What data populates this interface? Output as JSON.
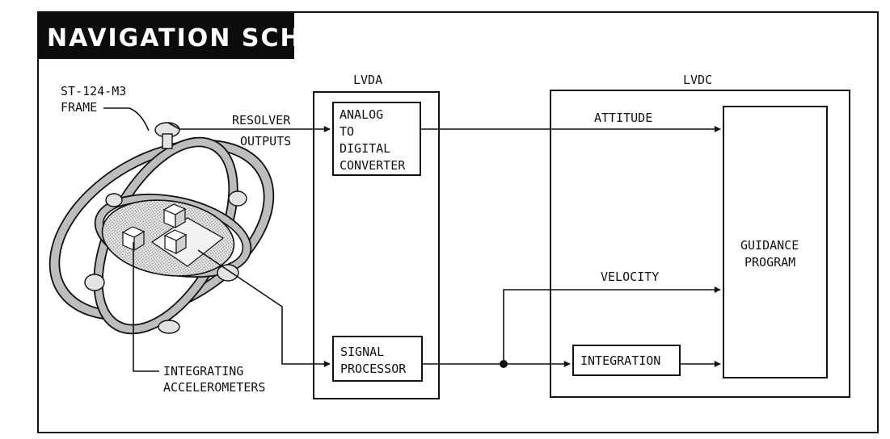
{
  "title": "NAVIGATION SCHEME",
  "gimbal": {
    "frame_label_line1": "ST-124-M3",
    "frame_label_line2": "FRAME",
    "accel_label_line1": "INTEGRATING",
    "accel_label_line2": "ACCELEROMETERS"
  },
  "signals": {
    "resolver_line1": "RESOLVER",
    "resolver_line2": "OUTPUTS",
    "attitude": "ATTITUDE",
    "velocity": "VELOCITY"
  },
  "lvda": {
    "title": "LVDA",
    "adc_lines": [
      "ANALOG",
      "TO",
      "DIGITAL",
      "CONVERTER"
    ],
    "signal_processor_lines": [
      "SIGNAL",
      "PROCESSOR"
    ]
  },
  "lvdc": {
    "title": "LVDC",
    "integration": "INTEGRATION",
    "guidance_lines": [
      "GUIDANCE",
      "PROGRAM"
    ]
  }
}
